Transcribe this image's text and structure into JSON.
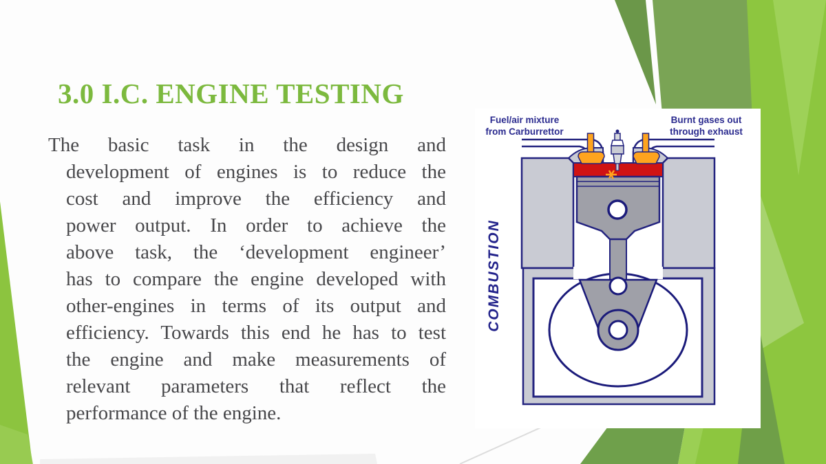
{
  "slide": {
    "title": "3.0 I.C. ENGINE TESTING",
    "body": {
      "lines": [
        "The basic task in the design and",
        "development of engines is to reduce the",
        "cost and improve the efficiency and",
        "power output. In order to achieve the",
        "above task, the ‘development engineer’",
        "has to compare the engine developed with",
        "other-engines in terms of its output and",
        "efficiency. Towards this end he has to test",
        "the engine and make measurements of",
        "relevant parameters that reflect the",
        "performance of the engine."
      ]
    }
  },
  "diagram": {
    "label_fuel_line1": "Fuel/air mixture",
    "label_fuel_line2": "from Carburrettor",
    "label_exhaust_line1": "Burnt gases out",
    "label_exhaust_line2": "through exhaust",
    "side_label": "COMBUSTION"
  },
  "theme": {
    "title_green": "#7cb93e",
    "body_gray": "#47474a",
    "label_navy": "#2b2b8f",
    "outline_navy": "#23237f",
    "bright_green": "#8dc63f",
    "olive_green": "#7aa455",
    "dark_green": "#6b9749",
    "light_green": "#9ed158",
    "pale_green": "#a7d36e",
    "diagram_red": "#cf1313",
    "diagram_orange": "#ffa41e",
    "diagram_light_gray": "#c9cbd3",
    "diagram_mid_gray": "#9fa0a8"
  }
}
